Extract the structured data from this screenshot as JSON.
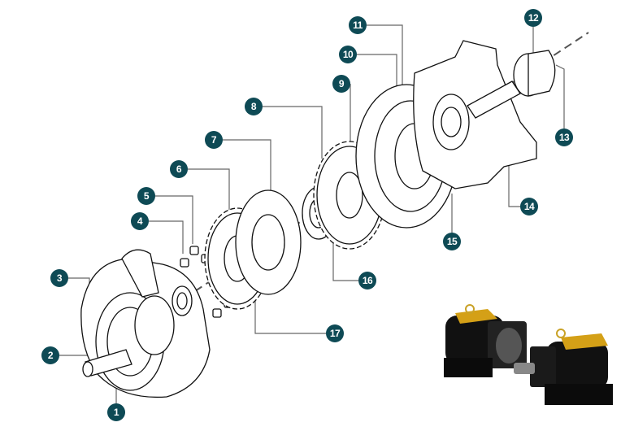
{
  "diagram": {
    "title": "Exploded view of cycloidal gear reducer",
    "callouts": [
      "1",
      "2",
      "3",
      "4",
      "5",
      "6",
      "7",
      "8",
      "9",
      "10",
      "11",
      "12",
      "13",
      "14",
      "15",
      "16",
      "17"
    ],
    "colors": {
      "callout": "#0e4a55",
      "line": "#111111",
      "leader": "#666666",
      "photo": "#111111",
      "accent": "#d4a017"
    }
  }
}
